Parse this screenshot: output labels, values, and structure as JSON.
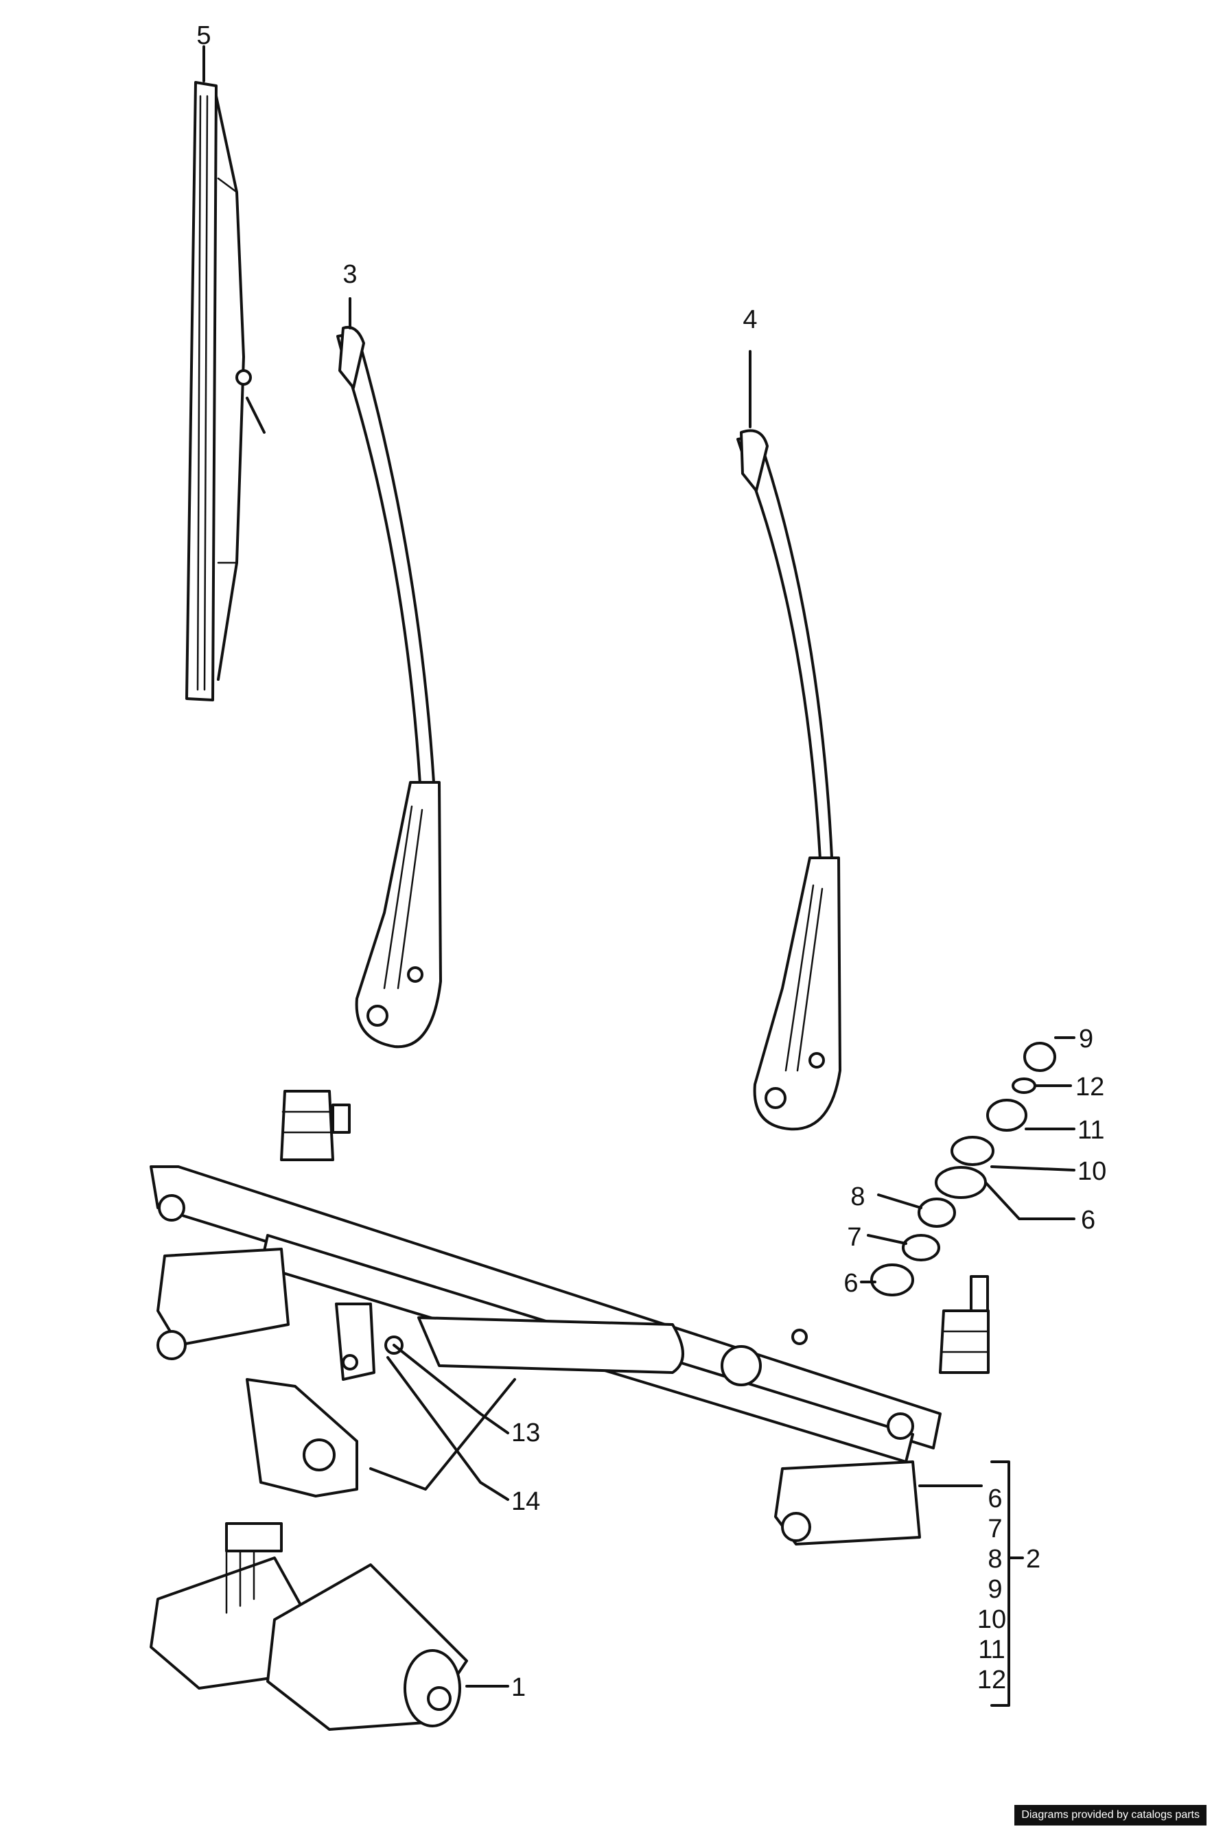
{
  "labels": {
    "p1": "1",
    "p2": "2",
    "p3": "3",
    "p4": "4",
    "p5": "5",
    "p6a": "6",
    "p6b": "6",
    "p7": "7",
    "p8": "8",
    "p9": "9",
    "p10": "10",
    "p11": "11",
    "p12": "12",
    "p13": "13",
    "p14": "14",
    "b6": "6",
    "b7": "7",
    "b8": "8",
    "b9": "9",
    "b10": "10",
    "b11": "11",
    "b12": "12"
  },
  "credit": "Diagrams provided by catalogs parts"
}
